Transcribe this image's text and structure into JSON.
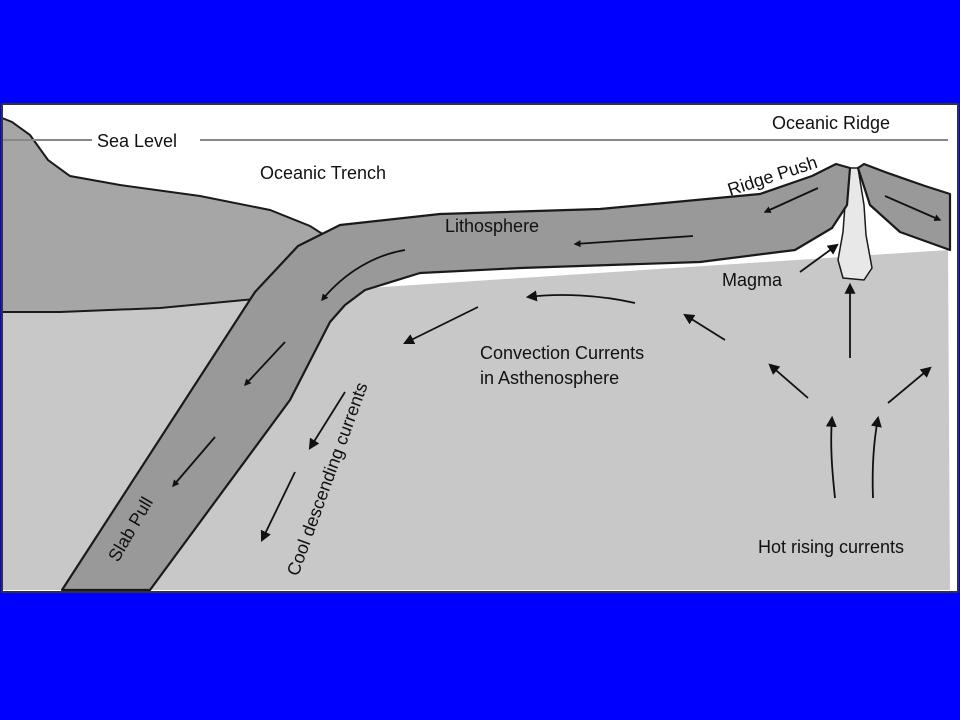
{
  "colors": {
    "background": "#0000ff",
    "panel": "#ffffff",
    "asthenosphere": "#c8c8c8",
    "continent": "#a6a6a6",
    "plate": "#999999",
    "magma": "#e8e8e8",
    "outline": "#1a1a1a"
  },
  "labels": {
    "sea_level": "Sea Level",
    "oceanic_ridge": "Oceanic Ridge",
    "oceanic_trench": "Oceanic Trench",
    "ridge_push": "Ridge Push",
    "lithosphere": "Lithosphere",
    "magma": "Magma",
    "convection_line1": "Convection Currents",
    "convection_line2": "in Asthenosphere",
    "cool_descending": "Cool descending currents",
    "slab_pull": "Slab Pull",
    "hot_rising": "Hot rising currents"
  }
}
